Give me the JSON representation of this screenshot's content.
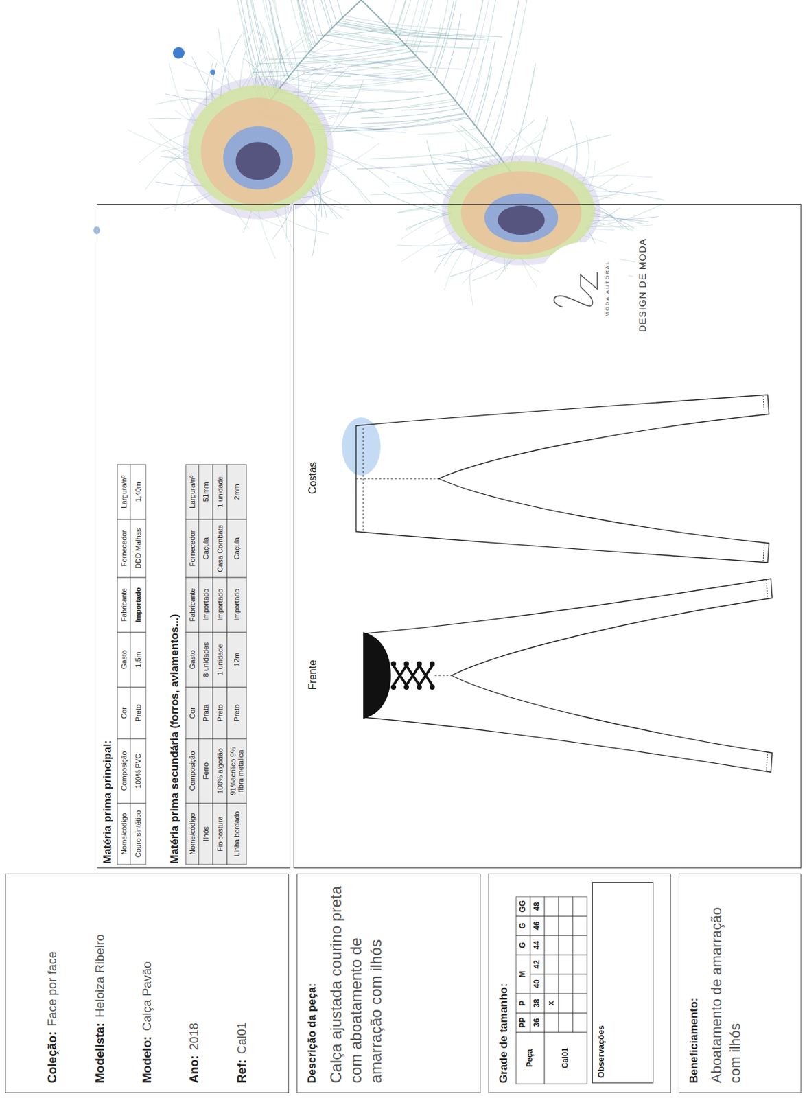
{
  "diagram": {
    "nodes": [
      {
        "text": [
          "Coleção:",
          "Face por face",
          "Modelista:",
          "Heloiza Ribeiro",
          "Modelo:",
          "Calça Pavão",
          "Ano:",
          "2018",
          "Ref:",
          "Cal01"
        ]
      },
      {
        "text": [
          "Descrição da peça:",
          "Calça ajustada courino preta com aboatamento de amarração com ilhós"
        ]
      },
      {
        "text": [
          "Grade de tamanho:"
        ]
      },
      {
        "text": [
          "Observações"
        ],
        "in": 2
      },
      {
        "text": [
          "Beneficiamento:",
          "Aboatamento de amarração com ilhós"
        ]
      },
      {
        "text": [
          "Matéria prima principal:",
          "Matéria prima secundária (forros, aviamentos...)"
        ]
      },
      {
        "text": [
          "Frente",
          "Costas"
        ]
      }
    ],
    "labels": [
      "Nome/código",
      "Composição",
      "Cor",
      "Gasto",
      "Fabricante",
      "Fornecedor",
      "Largura/nº",
      "Couro sintético",
      "100% PVC",
      "Preto",
      "1,5m",
      "Importado",
      "DDD Malhas",
      "1,40m",
      "Nome/código",
      "Composição",
      "Cor",
      "Gasto",
      "Fabricante",
      "Fornecedor",
      "Largura/nº",
      "Ilhós",
      "Ferro",
      "Prata",
      "8 unidades",
      "Importado",
      "Caçula",
      "51mm",
      "Fio costura",
      "100% algodão",
      "Preto",
      "1 unidade",
      "Importado",
      "Casa Combate",
      "1 unidade",
      "Linha bordado",
      "91%acrilico 9% fibra metalica",
      "Preto",
      "12m",
      "Importado",
      "Caçula",
      "2mm",
      "Peça",
      "PP",
      "P",
      "M",
      "G",
      "G",
      "GG",
      "36",
      "38",
      "40",
      "42",
      "44",
      "46",
      "48",
      "Cal01",
      "x",
      "DESIGN DE MODA",
      "MODA AUTORAL"
    ]
  }
}
